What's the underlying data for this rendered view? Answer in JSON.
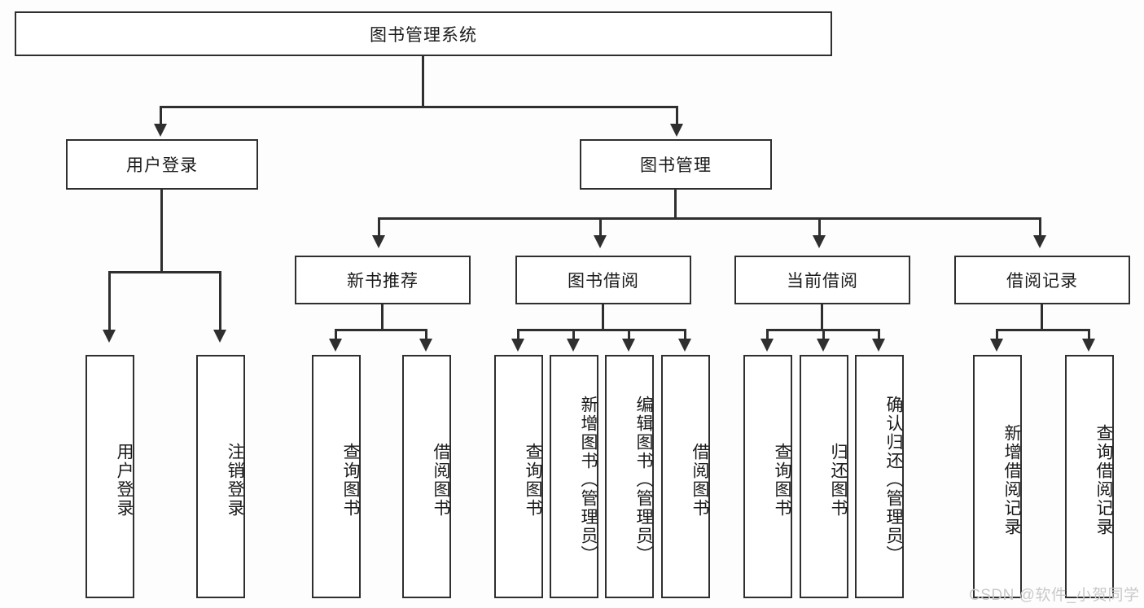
{
  "diagram": {
    "type": "tree-hierarchy",
    "title": "图书管理系统",
    "root": {
      "id": "root",
      "label": "图书管理系统",
      "orientation": "horizontal"
    },
    "level2": [
      {
        "id": "user-login",
        "label": "用户登录",
        "orientation": "horizontal"
      },
      {
        "id": "book-manage",
        "label": "图书管理",
        "orientation": "horizontal"
      }
    ],
    "level3": [
      {
        "id": "new-book-rec",
        "label": "新书推荐",
        "parent": "book-manage",
        "orientation": "horizontal"
      },
      {
        "id": "book-borrow",
        "label": "图书借阅",
        "parent": "book-manage",
        "orientation": "horizontal"
      },
      {
        "id": "current-borrow",
        "label": "当前借阅",
        "parent": "book-manage",
        "orientation": "horizontal"
      },
      {
        "id": "borrow-record",
        "label": "借阅记录",
        "parent": "book-manage",
        "orientation": "horizontal"
      }
    ],
    "leaves": [
      {
        "id": "leaf-user-login",
        "label": "用户登录",
        "parent": "user-login",
        "orientation": "vertical"
      },
      {
        "id": "leaf-user-logout",
        "label": "注销登录",
        "parent": "user-login",
        "orientation": "vertical"
      },
      {
        "id": "leaf-query-book-1",
        "label": "查询图书",
        "parent": "new-book-rec",
        "orientation": "vertical"
      },
      {
        "id": "leaf-borrow-book-1",
        "label": "借阅图书",
        "parent": "new-book-rec",
        "orientation": "vertical"
      },
      {
        "id": "leaf-query-book-2",
        "label": "查询图书",
        "parent": "book-borrow",
        "orientation": "vertical"
      },
      {
        "id": "leaf-add-book",
        "label": "新增图书（管理员）",
        "parent": "book-borrow",
        "orientation": "vertical"
      },
      {
        "id": "leaf-edit-book",
        "label": "编辑图书（管理员）",
        "parent": "book-borrow",
        "orientation": "vertical"
      },
      {
        "id": "leaf-borrow-book-2",
        "label": "借阅图书",
        "parent": "book-borrow",
        "orientation": "vertical"
      },
      {
        "id": "leaf-query-book-3",
        "label": "查询图书",
        "parent": "current-borrow",
        "orientation": "vertical"
      },
      {
        "id": "leaf-return-book",
        "label": "归还图书",
        "parent": "current-borrow",
        "orientation": "vertical"
      },
      {
        "id": "leaf-confirm-return",
        "label": "确认归还（管理员）",
        "parent": "current-borrow",
        "orientation": "vertical"
      },
      {
        "id": "leaf-add-record",
        "label": "新增借阅记录",
        "parent": "borrow-record",
        "orientation": "vertical"
      },
      {
        "id": "leaf-query-record",
        "label": "查询借阅记录",
        "parent": "borrow-record",
        "orientation": "vertical"
      }
    ],
    "watermark": "CSDN @软件_小贺同学",
    "colors": {
      "border": "#2f2f2f",
      "fill": "#ffffff",
      "background": "#fdfdfd",
      "text": "#1a1a1a",
      "watermark": "#c9c9c9"
    }
  }
}
